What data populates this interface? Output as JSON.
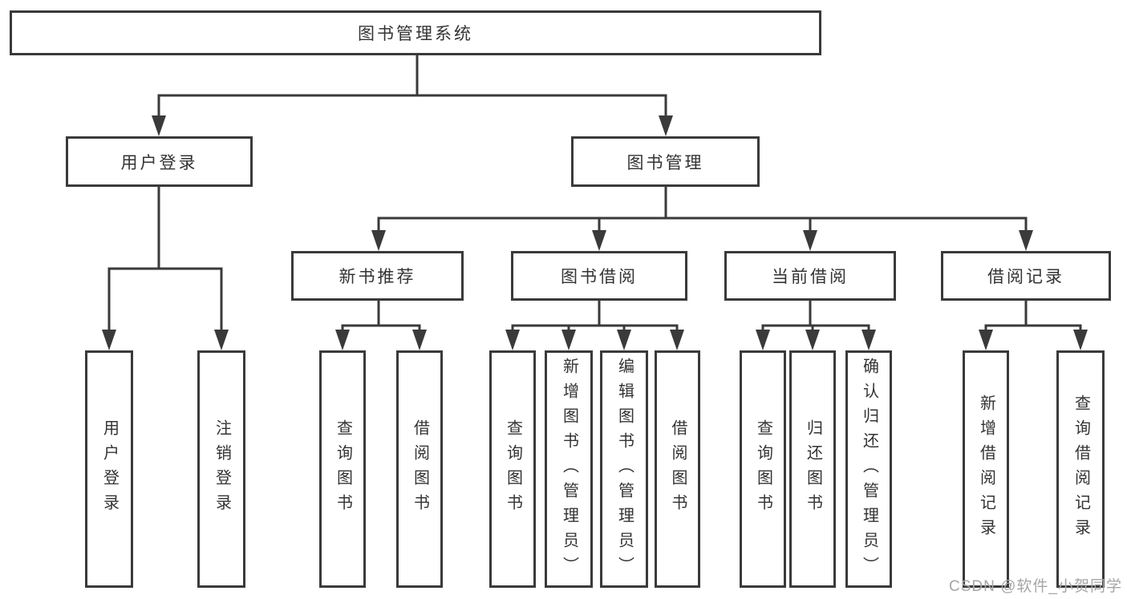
{
  "tree": {
    "label": "图书管理系统",
    "children": [
      {
        "label": "用户登录",
        "children": [
          {
            "label": "用户登录"
          },
          {
            "label": "注销登录"
          }
        ]
      },
      {
        "label": "图书管理",
        "children": [
          {
            "label": "新书推荐",
            "children": [
              {
                "label": "查询图书"
              },
              {
                "label": "借阅图书"
              }
            ]
          },
          {
            "label": "图书借阅",
            "children": [
              {
                "label": "查询图书"
              },
              {
                "label": "新增图书（管理员）"
              },
              {
                "label": "编辑图书（管理员）"
              },
              {
                "label": "借阅图书"
              }
            ]
          },
          {
            "label": "当前借阅",
            "children": [
              {
                "label": "查询图书"
              },
              {
                "label": "归还图书"
              },
              {
                "label": "确认归还（管理员）"
              }
            ]
          },
          {
            "label": "借阅记录",
            "children": [
              {
                "label": "新增借阅记录"
              },
              {
                "label": "查询借阅记录"
              }
            ]
          }
        ]
      }
    ]
  },
  "watermark": {
    "text": "CSDN @软件_小贺同学"
  },
  "colors": {
    "line": "#3a3a3a",
    "text": "#333333",
    "watermark": "#a6a6a6",
    "background": "#ffffff"
  }
}
